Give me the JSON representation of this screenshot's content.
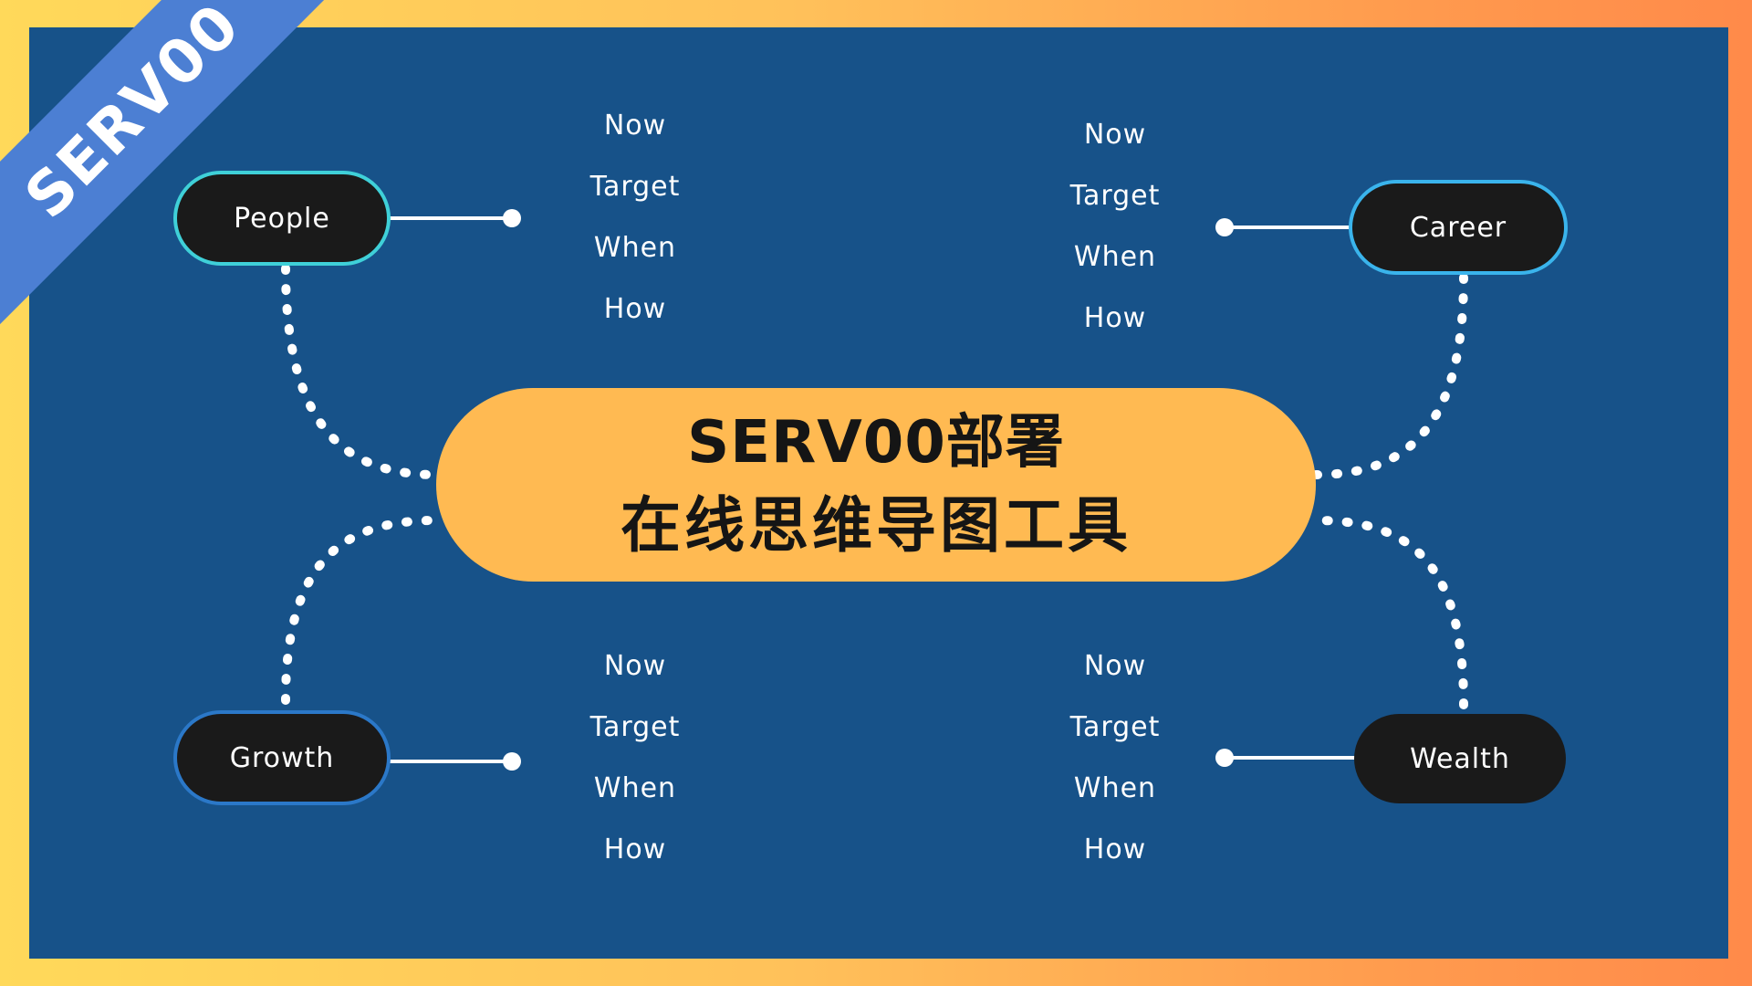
{
  "center": {
    "line1": "SERV00部署",
    "line2": "在线思维导图工具"
  },
  "ribbon": {
    "label": "SERV00"
  },
  "nodes": {
    "people": "People",
    "career": "Career",
    "growth": "Growth",
    "wealth": "Wealth"
  },
  "plans": {
    "top_left": [
      "Now",
      "Target",
      "When",
      "How"
    ],
    "top_right": [
      "Now",
      "Target",
      "When",
      "How"
    ],
    "bottom_left": [
      "Now",
      "Target",
      "When",
      "How"
    ],
    "bottom_right": [
      "Now",
      "Target",
      "When",
      "How"
    ]
  },
  "colors": {
    "panel": "#175289",
    "center_fill": "#ffba52",
    "node_fill": "#1a1a1a",
    "people_border": "#3fd0d8",
    "career_border": "#3ab4ec",
    "growth_border": "#2b78c8",
    "ribbon": "#4c7fd3",
    "connector": "#ffffff"
  }
}
